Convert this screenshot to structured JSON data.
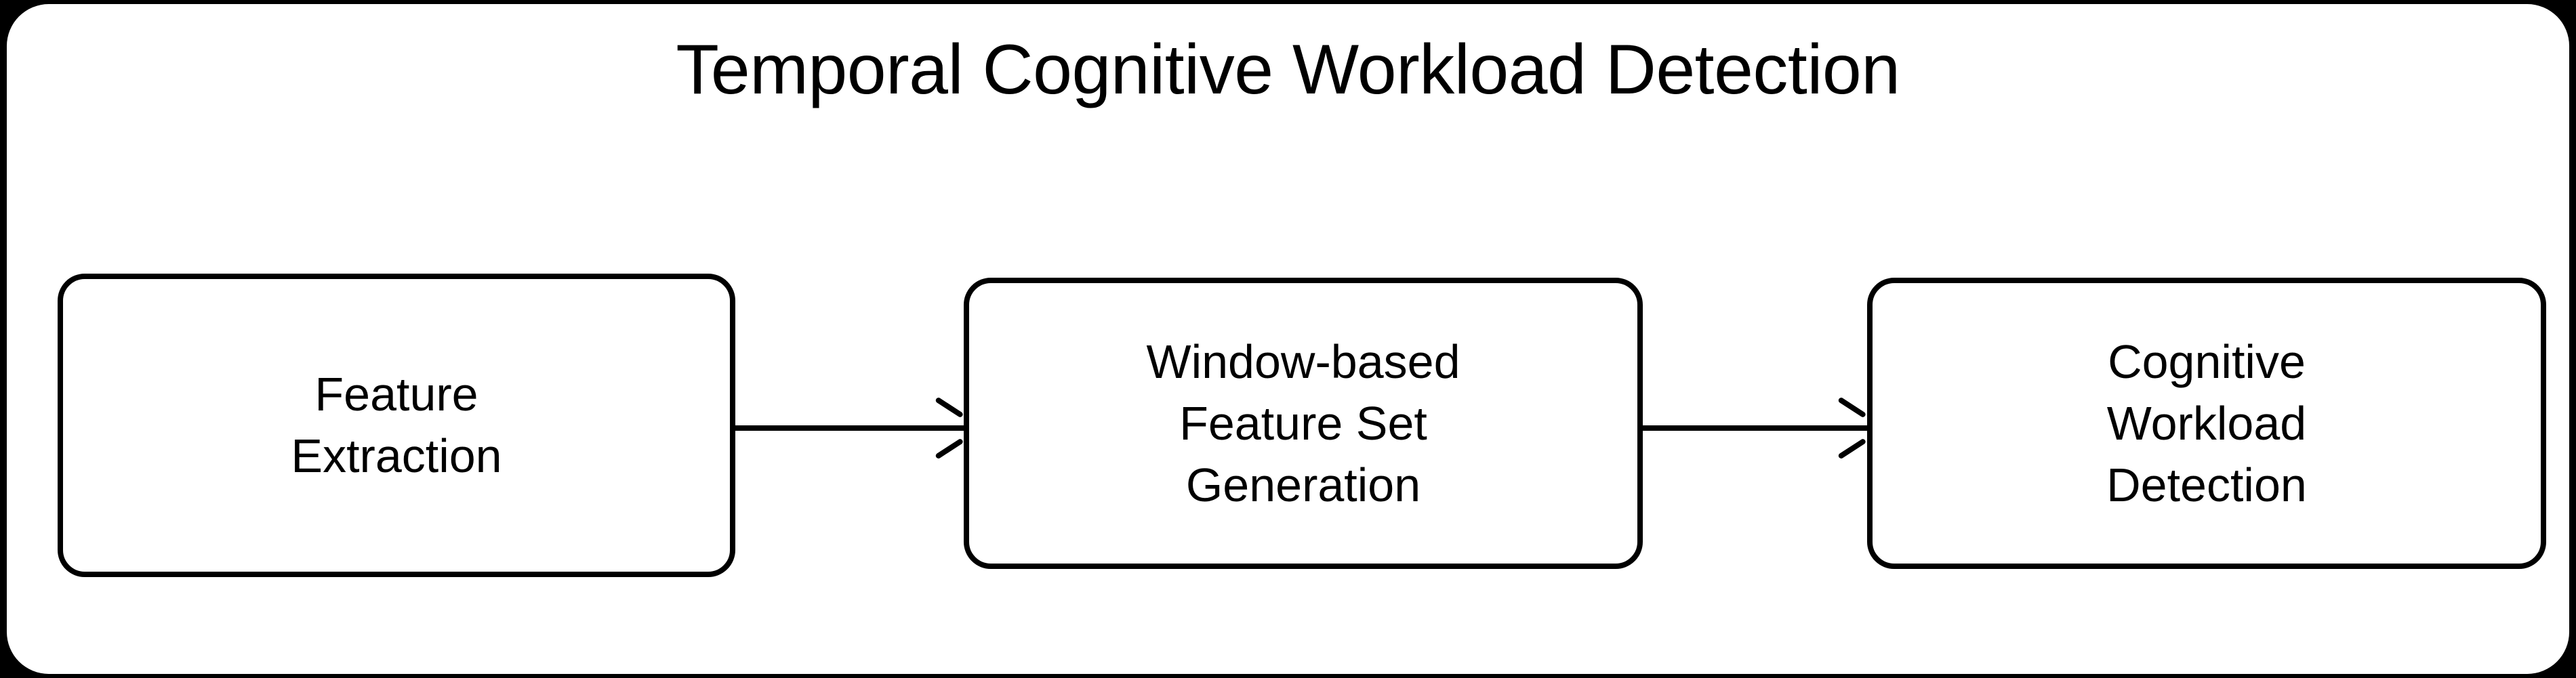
{
  "diagram": {
    "title": "Temporal Cognitive Workload Detection",
    "background_color": "#000000",
    "panel_color": "#ffffff",
    "stroke_color": "#000000",
    "type": "flowchart",
    "orientation": "left-to-right",
    "nodes": [
      {
        "id": "feature-extraction",
        "lines": [
          "Feature",
          "Extraction"
        ],
        "line1": "Feature",
        "line2": "Extraction",
        "line3": ""
      },
      {
        "id": "window-feature-set",
        "lines": [
          "Window-based",
          "Feature Set",
          "Generation"
        ],
        "line1": "Window-based",
        "line2": "Feature Set",
        "line3": "Generation"
      },
      {
        "id": "cognitive-workload-detection",
        "lines": [
          "Cognitive",
          "Workload",
          "Detection"
        ],
        "line1": "Cognitive",
        "line2": "Workload",
        "line3": "Detection"
      }
    ],
    "edges": [
      {
        "id": "edge-1",
        "from": "feature-extraction",
        "to": "window-feature-set",
        "label": "",
        "style": "solid-arrow"
      },
      {
        "id": "edge-2",
        "from": "window-feature-set",
        "to": "cognitive-workload-detection",
        "label": "",
        "style": "solid-arrow"
      }
    ]
  }
}
